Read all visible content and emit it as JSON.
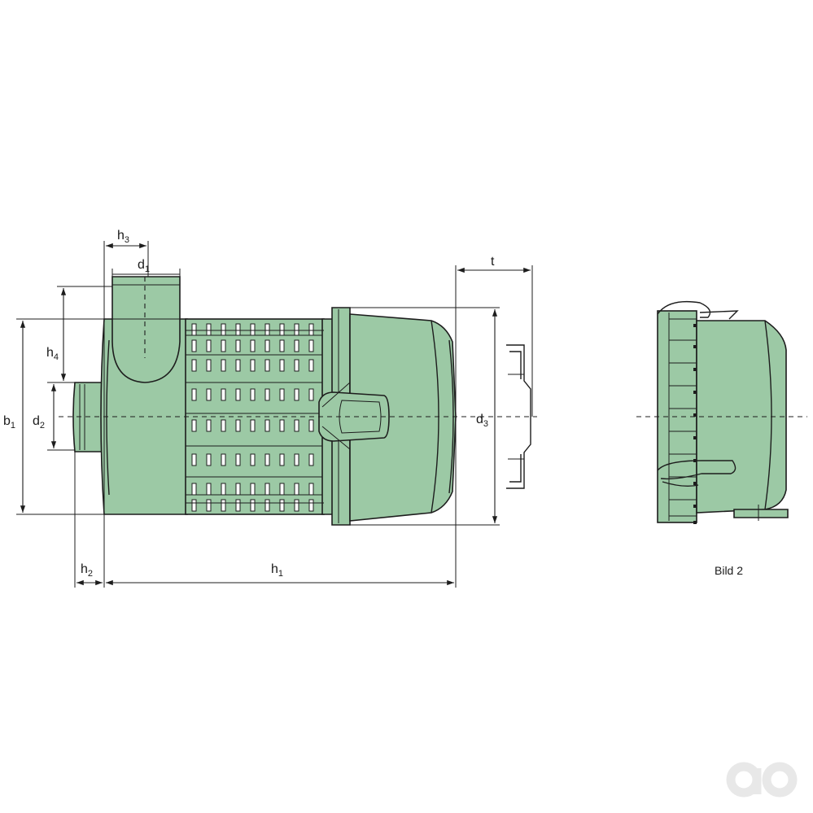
{
  "labels": {
    "h1": "h",
    "h1_sub": "1",
    "h2": "h",
    "h2_sub": "2",
    "h3": "h",
    "h3_sub": "3",
    "h4": "h",
    "h4_sub": "4",
    "d1": "d",
    "d1_sub": "1",
    "d2": "d",
    "d2_sub": "2",
    "d3": "d",
    "d3_sub": "3",
    "b1": "b",
    "b1_sub": "1",
    "t": "t"
  },
  "caption": "Bild 2",
  "colors": {
    "body": "#9cc9a5",
    "line": "#1d1d1d",
    "logo": "#e8e8e8"
  },
  "logo_icon": "ao-logo-icon"
}
